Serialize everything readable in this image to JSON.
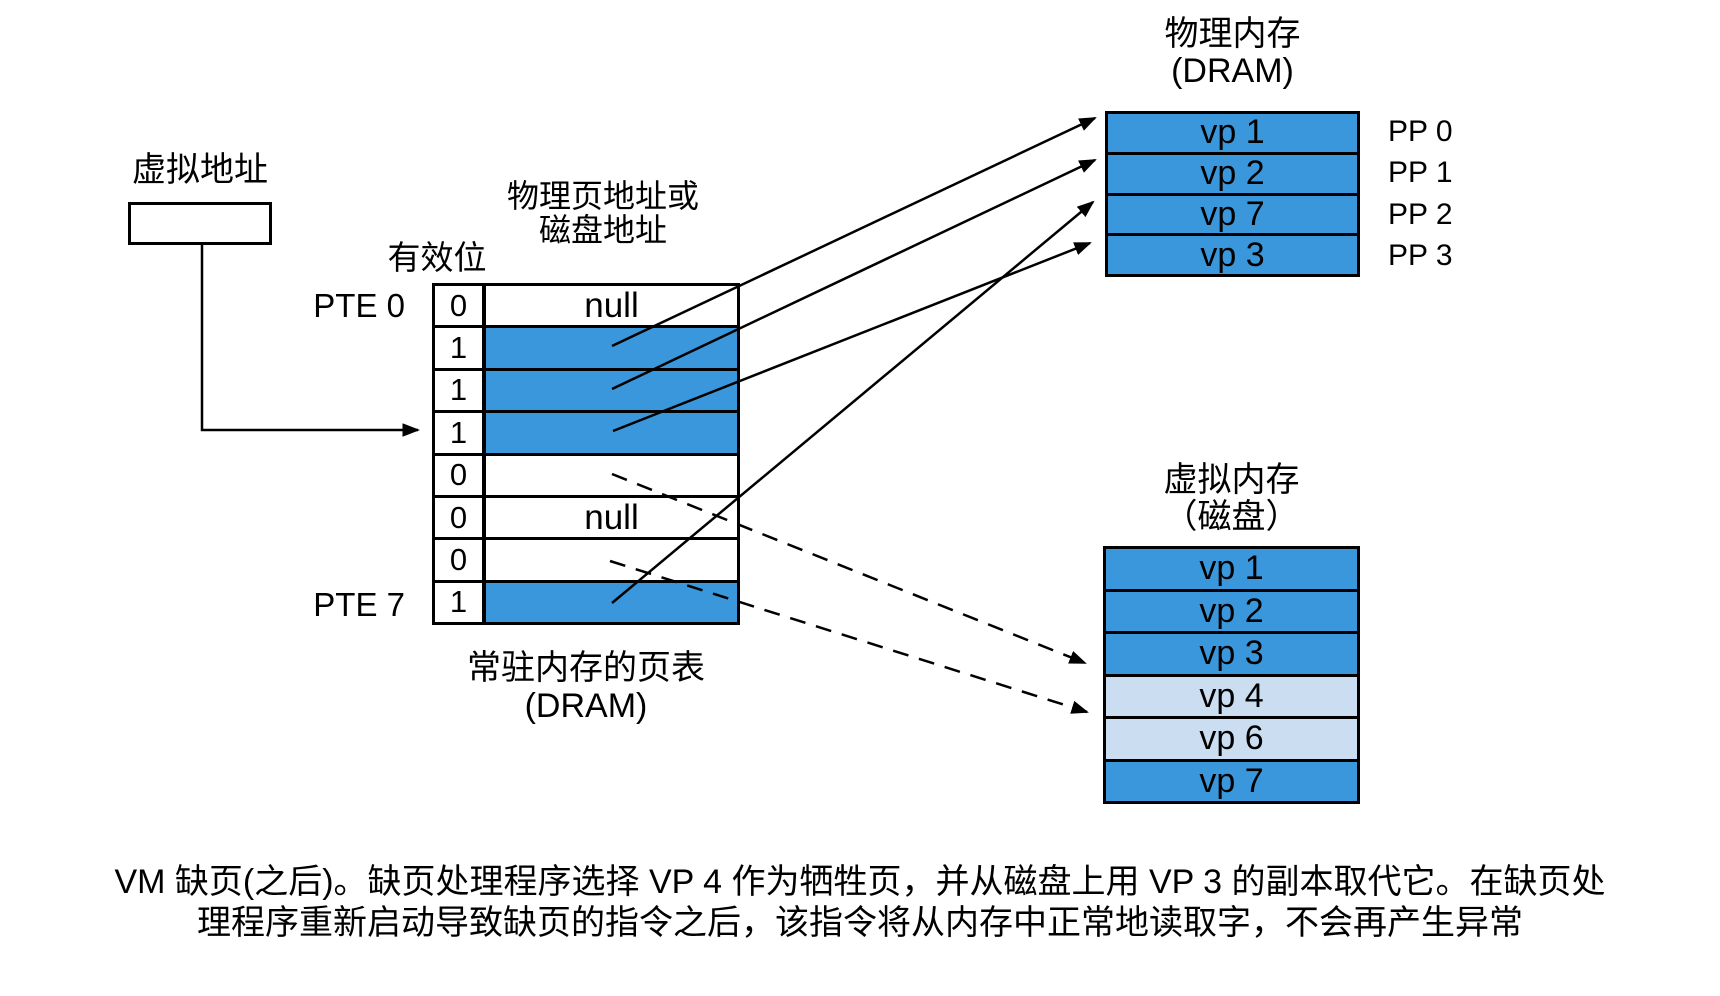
{
  "colors": {
    "blue": "#3B97DB",
    "light": "#CBDDF1",
    "white": "#FFFFFF",
    "line": "#000000"
  },
  "virtual_address": {
    "label": "虚拟地址"
  },
  "page_table": {
    "valid_header": "有效位",
    "address_header_line1": "物理页地址或",
    "address_header_line2": "磁盘地址",
    "first_row_label": "PTE 0",
    "last_row_label": "PTE 7",
    "rows": [
      {
        "valid": "0",
        "address": "null",
        "fill": "white"
      },
      {
        "valid": "1",
        "address": "",
        "fill": "blue"
      },
      {
        "valid": "1",
        "address": "",
        "fill": "blue"
      },
      {
        "valid": "1",
        "address": "",
        "fill": "blue"
      },
      {
        "valid": "0",
        "address": "",
        "fill": "white"
      },
      {
        "valid": "0",
        "address": "null",
        "fill": "white"
      },
      {
        "valid": "0",
        "address": "",
        "fill": "white"
      },
      {
        "valid": "1",
        "address": "",
        "fill": "blue"
      }
    ],
    "footer_line1": "常驻内存的页表",
    "footer_line2": "(DRAM)"
  },
  "physical_memory": {
    "title_line1": "物理内存",
    "title_line2": "(DRAM)",
    "rows": [
      {
        "label": "vp 1",
        "pp": "PP 0",
        "fill": "blue"
      },
      {
        "label": "vp 2",
        "pp": "PP 1",
        "fill": "blue"
      },
      {
        "label": "vp 7",
        "pp": "PP 2",
        "fill": "blue"
      },
      {
        "label": "vp 3",
        "pp": "PP 3",
        "fill": "blue"
      }
    ]
  },
  "virtual_memory": {
    "title_line1": "虚拟内存",
    "title_line2": "（磁盘）",
    "rows": [
      {
        "label": "vp 1",
        "fill": "blue"
      },
      {
        "label": "vp 2",
        "fill": "blue"
      },
      {
        "label": "vp 3",
        "fill": "blue"
      },
      {
        "label": "vp 4",
        "fill": "light"
      },
      {
        "label": "vp 6",
        "fill": "light"
      },
      {
        "label": "vp 7",
        "fill": "blue"
      }
    ]
  },
  "caption": {
    "line1": "VM 缺页(之后)。缺页处理程序选择 VP 4 作为牺牲页，并从磁盘上用 VP 3 的副本取代它。在缺页处",
    "line2": "理程序重新启动导致缺页的指令之后，该指令将从内存中正常地读取字，不会再产生异常"
  }
}
